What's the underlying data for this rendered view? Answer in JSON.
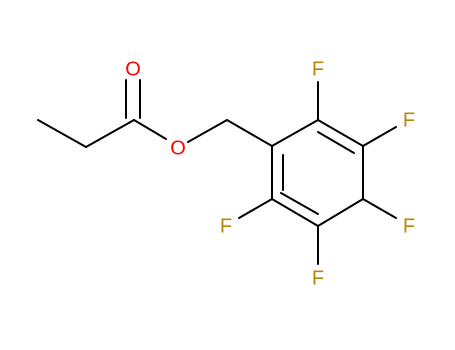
{
  "molecule": {
    "atoms": {
      "oxygen_carbonyl": {
        "symbol": "O",
        "color": "#ff0000"
      },
      "oxygen_ester": {
        "symbol": "O",
        "color": "#ff0000"
      },
      "fluorine_top": {
        "symbol": "F",
        "color": "#b8860b"
      },
      "fluorine_upper_right": {
        "symbol": "F",
        "color": "#b8860b"
      },
      "fluorine_lower_right": {
        "symbol": "F",
        "color": "#b8860b"
      },
      "fluorine_bottom": {
        "symbol": "F",
        "color": "#b8860b"
      },
      "fluorine_left": {
        "symbol": "F",
        "color": "#b8860b"
      }
    },
    "bond_color": "#000000"
  }
}
